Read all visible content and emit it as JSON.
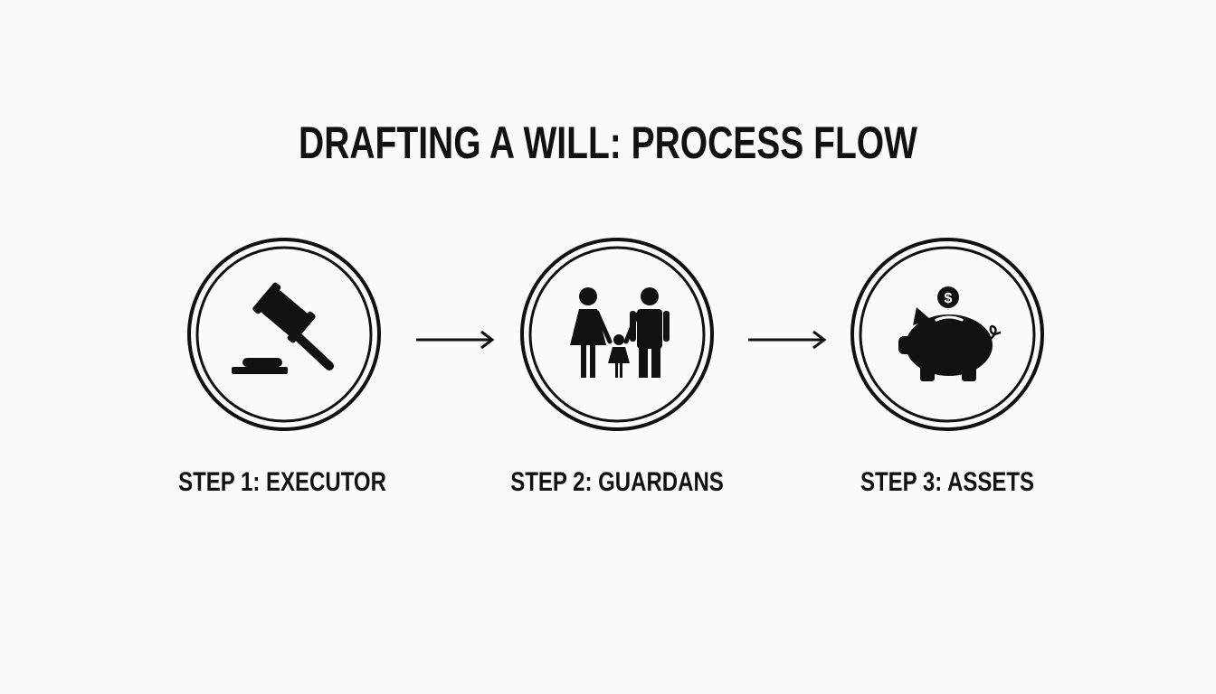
{
  "title": "DRAFTING A WILL: PROCESS FLOW",
  "steps": [
    {
      "label": "STEP 1: EXECUTOR",
      "icon": "gavel-icon"
    },
    {
      "label": "STEP 2: GUARDANS",
      "icon": "family-icon"
    },
    {
      "label": "STEP 3: ASSETS",
      "icon": "piggy-bank-icon"
    }
  ],
  "piggy_coin_symbol": "$",
  "colors": {
    "background": "#fbfbfb",
    "ink": "#111111"
  }
}
